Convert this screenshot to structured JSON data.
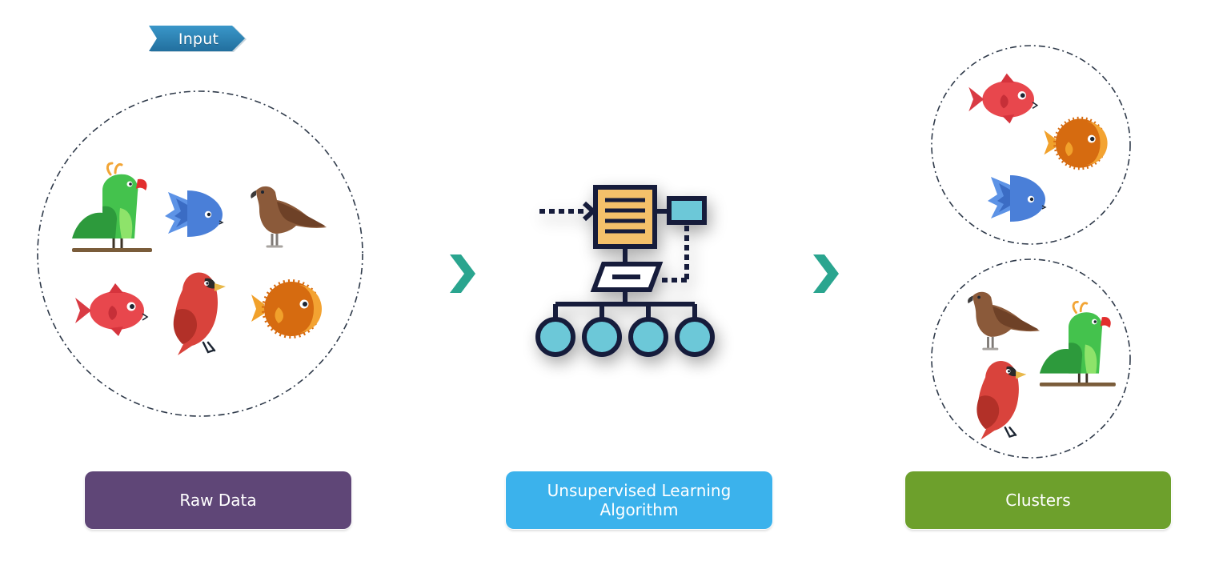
{
  "input_tag": {
    "label": "Input"
  },
  "stages": {
    "raw": {
      "label": "Raw Data",
      "color": "#5f4677"
    },
    "algorithm": {
      "line1": "Unsupervised Learning",
      "line2": "Algorithm",
      "color": "#3bb2ec"
    },
    "clusters": {
      "label": "Clusters",
      "color": "#6da02c"
    }
  },
  "colors": {
    "tag": "#2e86b8",
    "arrow": "#2aa58f",
    "circle_outline": "#2f3a4a"
  },
  "icons": {
    "raw_data": [
      "parrot-icon",
      "blue-fish-icon",
      "eagle-icon",
      "red-fish-icon",
      "cardinal-icon",
      "pufferfish-icon"
    ],
    "cluster_fish": [
      "red-fish-icon",
      "pufferfish-icon",
      "blue-fish-icon"
    ],
    "cluster_birds": [
      "eagle-icon",
      "parrot-icon",
      "cardinal-icon"
    ],
    "algorithm": "flowchart-icon"
  }
}
